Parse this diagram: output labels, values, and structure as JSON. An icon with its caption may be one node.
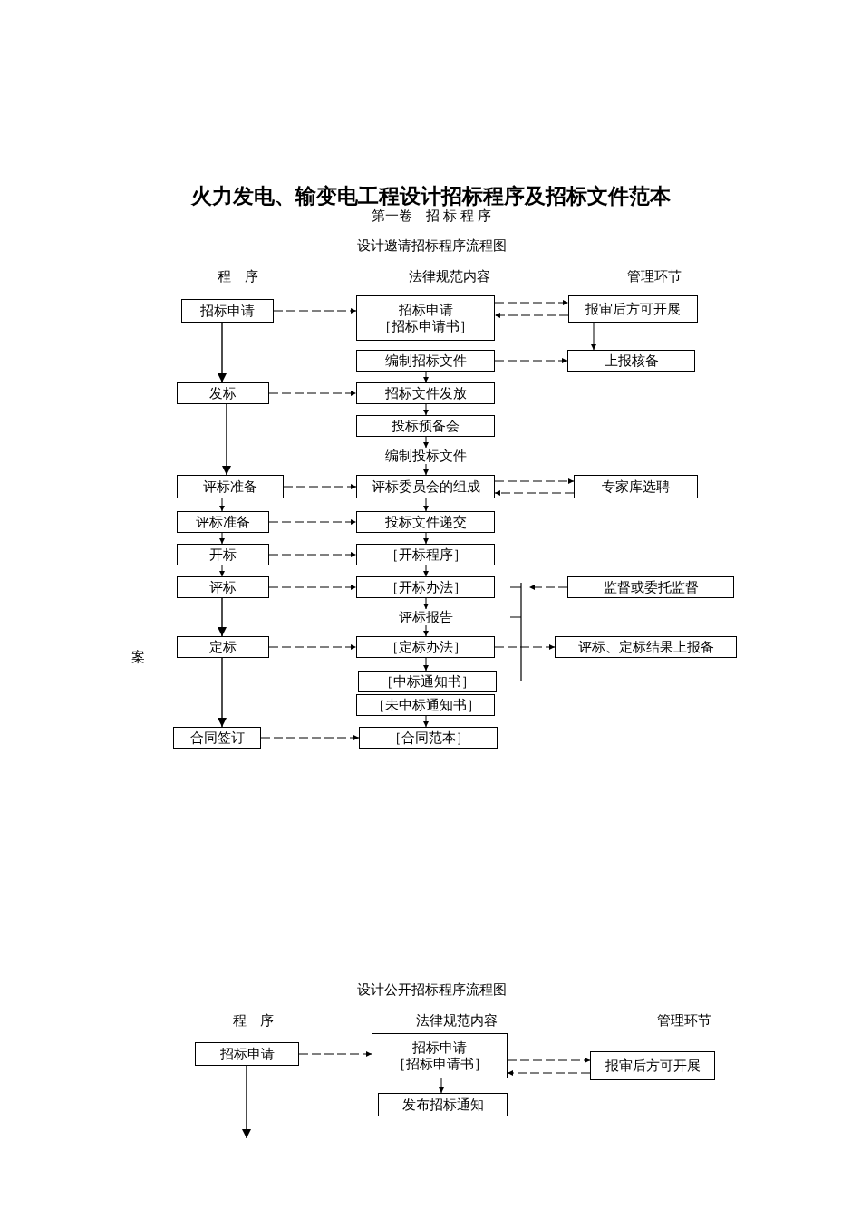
{
  "diagram": {
    "title": "火力发电、输变电工程设计招标程序及招标文件范本",
    "nodes": [
      {
        "text": [
          "招标申请"
        ]
      },
      {
        "text": [
          "发标"
        ]
      },
      {
        "text": [
          "评标准备"
        ]
      },
      {
        "text": [
          "评标准备"
        ]
      },
      {
        "text": [
          "开标"
        ]
      },
      {
        "text": [
          "评标"
        ]
      },
      {
        "text": [
          "定标"
        ]
      },
      {
        "text": [
          "合同签订"
        ]
      },
      {
        "text": [
          "招标申请",
          "［招标申请书］"
        ]
      },
      {
        "text": [
          "编制招标文件"
        ]
      },
      {
        "text": [
          "招标文件发放"
        ]
      },
      {
        "text": [
          "投标预备会"
        ]
      },
      {
        "text": [
          "编制投标文件"
        ]
      },
      {
        "text": [
          "评标委员会的组成"
        ]
      },
      {
        "text": [
          "投标文件递交"
        ]
      },
      {
        "text": [
          "［开标程序］"
        ]
      },
      {
        "text": [
          "［开标办法］"
        ]
      },
      {
        "text": [
          "评标报告"
        ]
      },
      {
        "text": [
          "［定标办法］"
        ]
      },
      {
        "text": [
          "［中标通知书］"
        ]
      },
      {
        "text": [
          "［未中标通知书］"
        ]
      },
      {
        "text": [
          "［合同范本］"
        ]
      },
      {
        "text": [
          "报审后方可开展"
        ]
      },
      {
        "text": [
          "上报核备"
        ]
      },
      {
        "text": [
          "专家库选聘"
        ]
      },
      {
        "text": [
          "监督或委托监督"
        ]
      },
      {
        "text": [
          "评标、定标结果上报备"
        ]
      },
      {
        "text": [
          "招标申请"
        ]
      },
      {
        "text": [
          "招标申请",
          "［招标申请书］"
        ]
      },
      {
        "text": [
          "报审后方可开展"
        ]
      },
      {
        "text": [
          "发布招标通知"
        ]
      }
    ],
    "edges": [
      {
        "from": 0,
        "to": 1,
        "arrow": "to"
      },
      {
        "from": 1,
        "to": 2,
        "arrow": "to"
      },
      {
        "from": 2,
        "to": 3,
        "arrow": "to"
      },
      {
        "from": 3,
        "to": 4,
        "arrow": "to"
      },
      {
        "from": 4,
        "to": 5,
        "arrow": "to"
      },
      {
        "from": 5,
        "to": 6,
        "arrow": "to"
      },
      {
        "from": 6,
        "to": 7,
        "arrow": "to"
      },
      {
        "from": 9,
        "to": 10,
        "arrow": "to"
      },
      {
        "from": 10,
        "to": 11,
        "arrow": "to"
      },
      {
        "from": 11,
        "to": 12,
        "arrow": "to"
      },
      {
        "from": 12,
        "to": 13,
        "arrow": "to"
      },
      {
        "from": 13,
        "to": 14,
        "arrow": "to"
      },
      {
        "from": 14,
        "to": 15,
        "arrow": "to"
      },
      {
        "from": 15,
        "to": 16,
        "arrow": "to"
      },
      {
        "from": 16,
        "to": 17,
        "arrow": "to"
      },
      {
        "from": 17,
        "to": 18,
        "arrow": "to"
      },
      {
        "from": 18,
        "to": 19,
        "arrow": "to"
      },
      {
        "from": 20,
        "to": 21,
        "arrow": "to"
      },
      {
        "from": 22,
        "to": 23,
        "arrow": "to"
      },
      {
        "from": 0,
        "to": 8,
        "arrow": "to",
        "style": "dashed"
      },
      {
        "from": 8,
        "to": 22,
        "arrow": "to",
        "style": "dashed"
      },
      {
        "from": 22,
        "to": 8,
        "arrow": "to",
        "style": "dashed"
      },
      {
        "from": 9,
        "to": 23,
        "arrow": "to",
        "style": "dashed"
      },
      {
        "from": 1,
        "to": 10,
        "arrow": "to",
        "style": "dashed"
      },
      {
        "from": 2,
        "to": 13,
        "arrow": "to",
        "style": "dashed"
      },
      {
        "from": 13,
        "to": 24,
        "arrow": "to",
        "style": "dashed"
      },
      {
        "from": 24,
        "to": 13,
        "arrow": "to",
        "style": "dashed"
      },
      {
        "from": 3,
        "to": 14,
        "arrow": "to",
        "style": "dashed"
      },
      {
        "from": 4,
        "to": 15,
        "arrow": "to",
        "style": "dashed"
      },
      {
        "from": 5,
        "to": 16,
        "arrow": "to",
        "style": "dashed"
      },
      {
        "from": 6,
        "to": 18,
        "arrow": "to",
        "style": "dashed"
      },
      {
        "from": 18,
        "to": 26,
        "arrow": "to",
        "style": "dashed"
      },
      {
        "from": 7,
        "to": 21,
        "arrow": "to",
        "style": "dashed"
      },
      {
        "from": 25,
        "to": null,
        "arrow": "to",
        "style": "dashed"
      },
      {
        "from": 27,
        "to": 28,
        "arrow": "to",
        "style": "dashed"
      },
      {
        "from": 28,
        "to": 29,
        "arrow": "to",
        "style": "dashed"
      },
      {
        "from": 29,
        "to": 28,
        "arrow": "to",
        "style": "dashed"
      },
      {
        "from": 28,
        "to": 30,
        "arrow": "to"
      },
      {
        "from": 27,
        "to": null,
        "arrow": "to"
      }
    ],
    "labels": [
      "第一卷　招 标 程 序",
      "设计邀请招标程序流程图",
      "程　序",
      "法律规范内容",
      "管理环节",
      "案",
      "设计公开招标程序流程图",
      "程　序",
      "法律规范内容",
      "管理环节"
    ]
  }
}
